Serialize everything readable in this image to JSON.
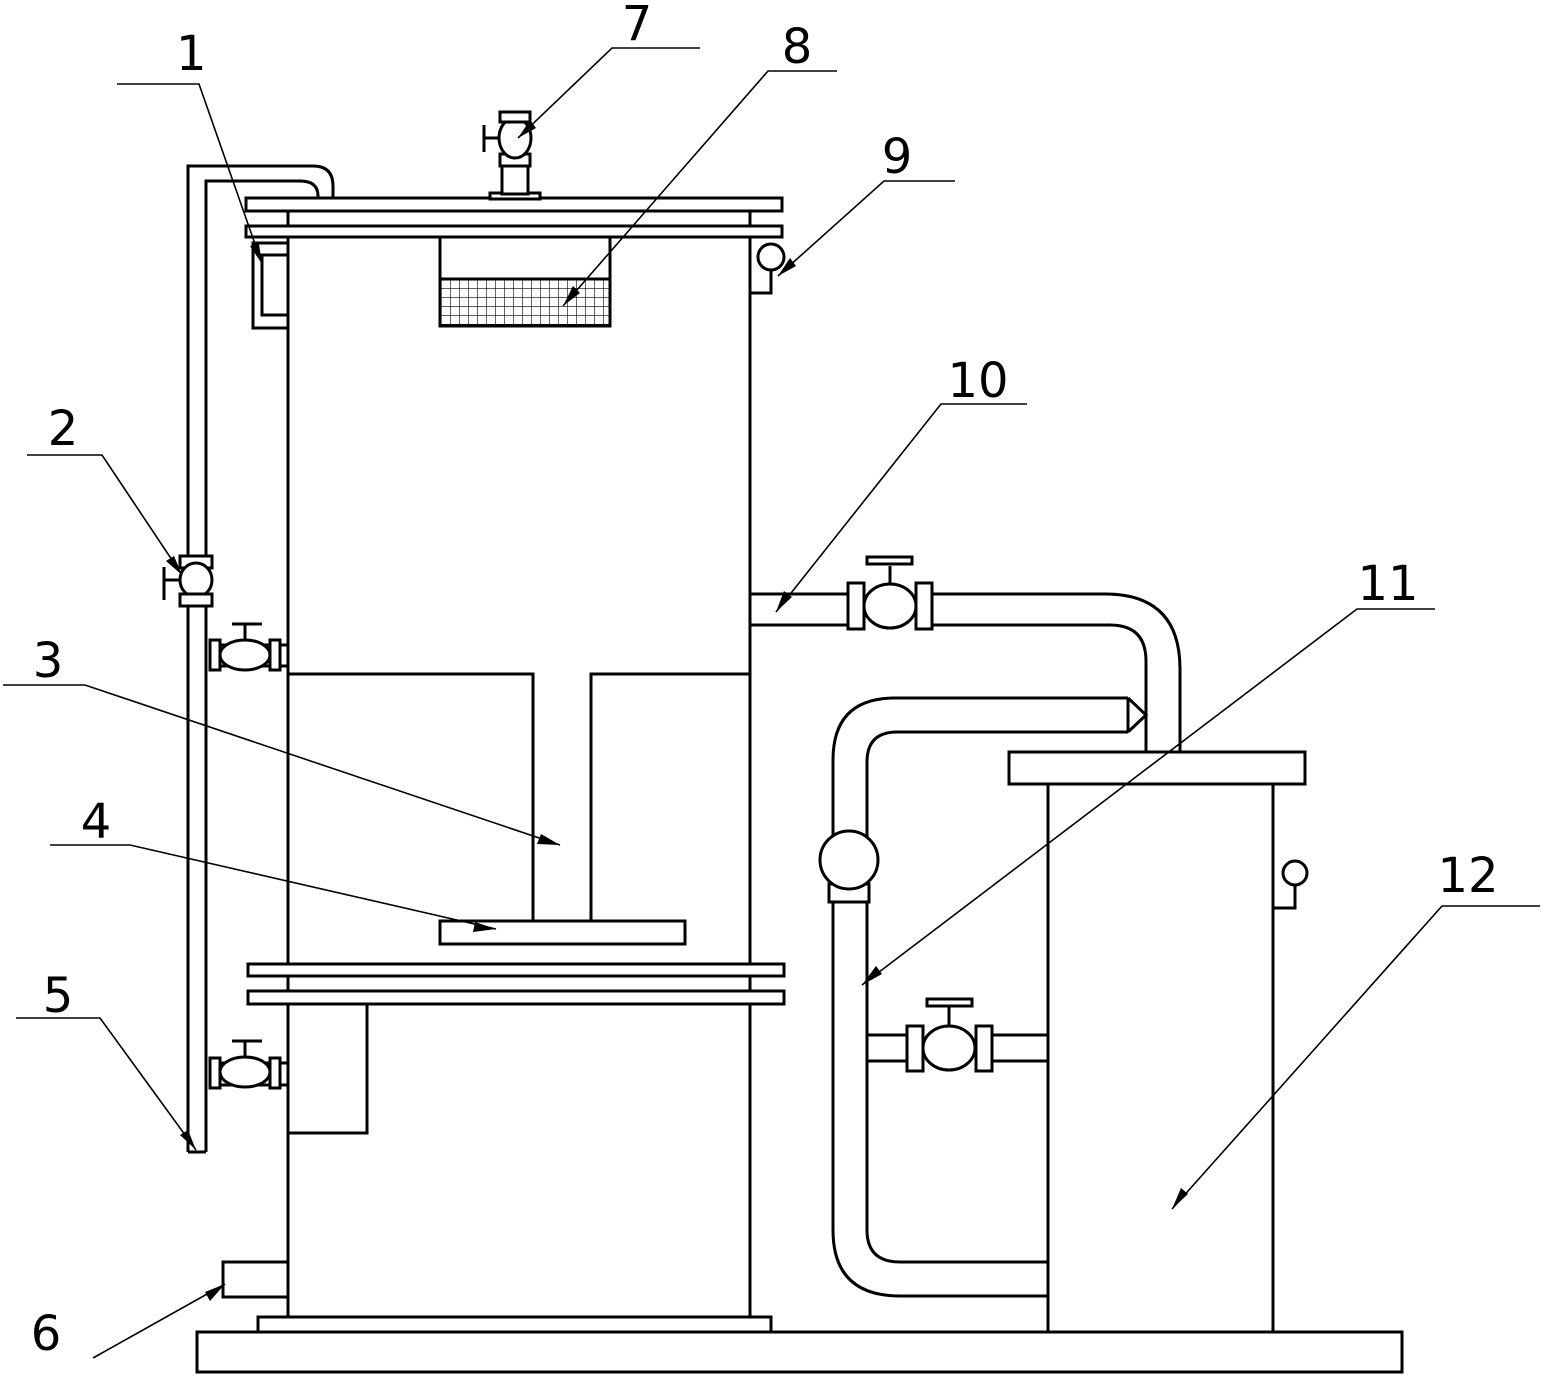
{
  "labels": [
    {
      "id": "1",
      "text": "1"
    },
    {
      "id": "2",
      "text": "2"
    },
    {
      "id": "3",
      "text": "3"
    },
    {
      "id": "4",
      "text": "4"
    },
    {
      "id": "5",
      "text": "5"
    },
    {
      "id": "6",
      "text": "6"
    },
    {
      "id": "7",
      "text": "7"
    },
    {
      "id": "8",
      "text": "8"
    },
    {
      "id": "9",
      "text": "9"
    },
    {
      "id": "10",
      "text": "10"
    },
    {
      "id": "11",
      "text": "11"
    },
    {
      "id": "12",
      "text": "12"
    }
  ],
  "colors": {
    "line": "#000000",
    "background": "#ffffff"
  }
}
